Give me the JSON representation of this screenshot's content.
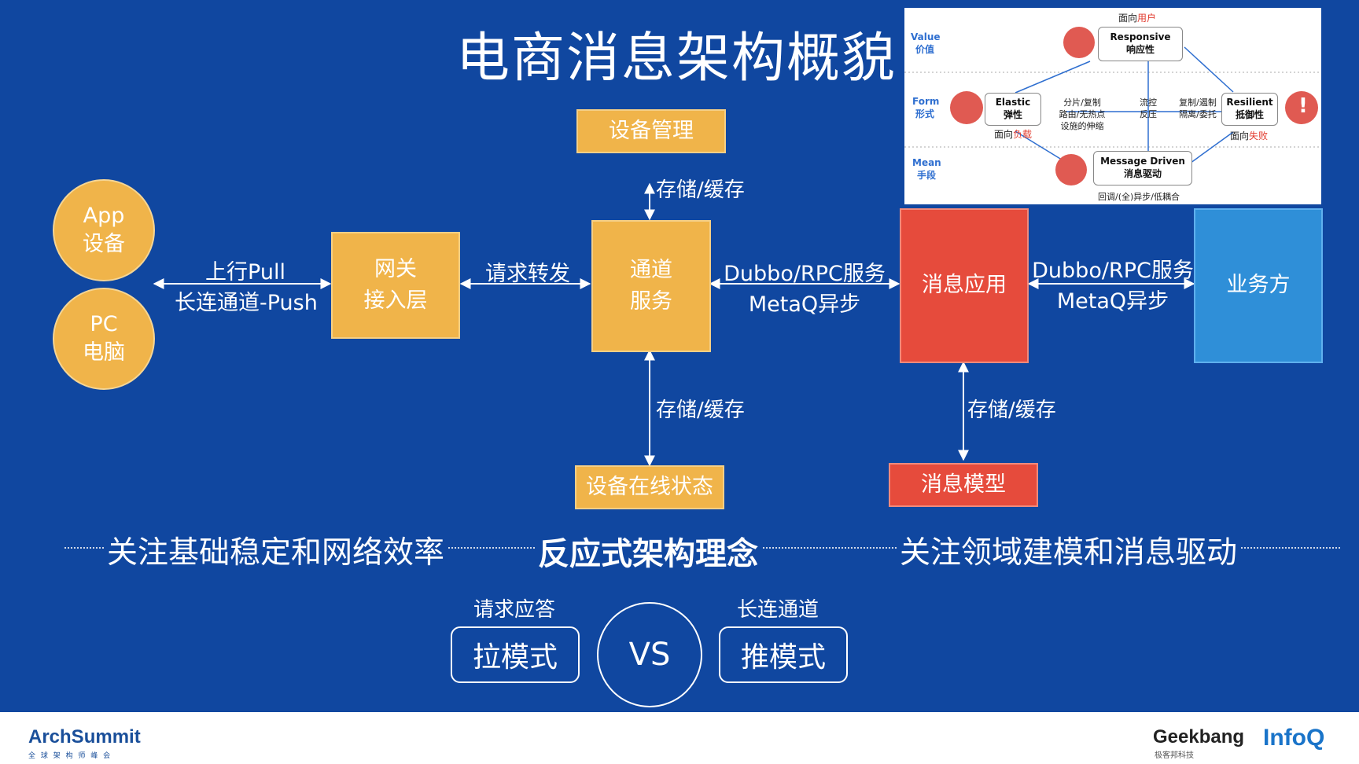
{
  "title": "电商消息架构概貌",
  "nodes": {
    "app": [
      "App",
      "设备"
    ],
    "pc": [
      "PC",
      "电脑"
    ],
    "gateway": [
      "网关",
      "接入层"
    ],
    "channel": [
      "通道",
      "服务"
    ],
    "device_mgmt": "设备管理",
    "device_online": "设备在线状态",
    "msg_app": "消息应用",
    "msg_model": "消息模型",
    "business": "业务方"
  },
  "edges": {
    "client_gateway": [
      "上行Pull",
      "长连通道-Push"
    ],
    "gateway_channel": "请求转发",
    "channel_up": "存储/缓存",
    "channel_down": "存储/缓存",
    "channel_app": [
      "Dubbo/RPC服务",
      "MetaQ异步"
    ],
    "app_business": [
      "Dubbo/RPC服务",
      "MetaQ异步"
    ],
    "app_down": "存储/缓存"
  },
  "section_labels": {
    "left": "关注基础稳定和网络效率",
    "center": "反应式架构理念",
    "right": "关注领域建模和消息驱动"
  },
  "modes": {
    "pull_caption": "请求应答",
    "pull": "拉模式",
    "vs": "VS",
    "push_caption": "长连通道",
    "push": "推模式"
  },
  "inset": {
    "top_prefix": "面向",
    "top_highlight": "用户",
    "row_value": [
      "Value",
      "价值"
    ],
    "row_form": [
      "Form",
      "形式"
    ],
    "row_mean": [
      "Mean",
      "手段"
    ],
    "responsive": [
      "Responsive",
      "响应性"
    ],
    "elastic": [
      "Elastic",
      "弹性"
    ],
    "resilient": [
      "Resilient",
      "抵御性"
    ],
    "message_driven": [
      "Message Driven",
      "消息驱动"
    ],
    "left_notes": [
      "分片/复制",
      "路由/无热点",
      "设施的伸缩"
    ],
    "mid_notes": [
      "流控",
      "反压"
    ],
    "right_notes": [
      "复制/遏制",
      "隔离/委托"
    ],
    "load_prefix": "面向",
    "load_highlight": "负载",
    "fail_prefix": "面向",
    "fail_highlight": "失败",
    "bottom": "回调/(全)异步/低耦合",
    "highlight_color": "#e23b2e"
  },
  "footer": {
    "arch_logo": "ArchSummit",
    "arch_sub": "全 球 架 构 师 峰 会",
    "geek_logo": "Geekbang",
    "geek_sub": "极客邦科技",
    "infoq_logo": "InfoQ"
  },
  "colors": {
    "background": "#1047a0",
    "orange": "#f0b44a",
    "red": "#e64b3c",
    "blue": "#2f8fd8"
  }
}
